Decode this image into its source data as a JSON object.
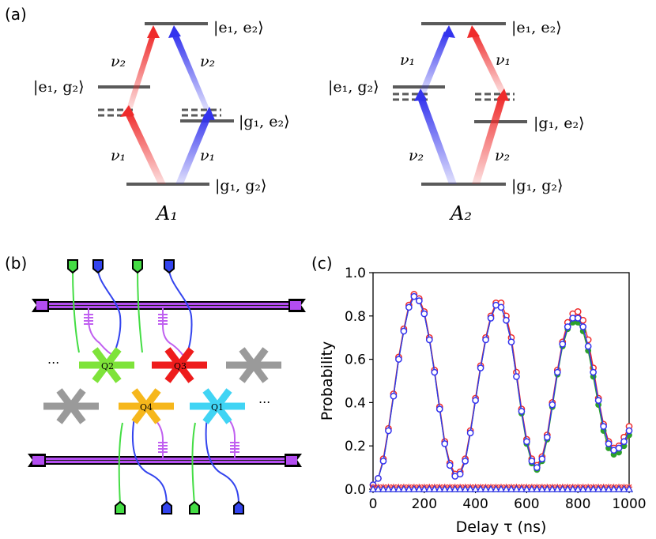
{
  "panel_labels": {
    "a": "(a)",
    "b": "(b)",
    "c": "(c)"
  },
  "energy_diagrams": [
    {
      "title": "A₁",
      "top_label": "|e₁, e₂⟩",
      "left_mid_label": "|e₁, g₂⟩",
      "right_mid_label": "|g₁, e₂⟩",
      "bottom_label": "|g₁, g₂⟩",
      "nu_upper_left": "ν₂",
      "nu_upper_right": "ν₂",
      "nu_lower_left": "ν₁",
      "nu_lower_right": "ν₁"
    },
    {
      "title": "A₂",
      "top_label": "|e₁, e₂⟩",
      "left_mid_label": "|e₁, g₂⟩",
      "right_mid_label": "|g₁, e₂⟩",
      "bottom_label": "|g₁, g₂⟩",
      "nu_upper_left": "ν₁",
      "nu_upper_right": "ν₁",
      "nu_lower_left": "ν₂",
      "nu_lower_right": "ν₂"
    }
  ],
  "chip": {
    "qubits": [
      {
        "label": "Q1",
        "color": "#40d4f4"
      },
      {
        "label": "Q2",
        "color": "#7ee33a"
      },
      {
        "label": "Q3",
        "color": "#ee1c1c"
      },
      {
        "label": "Q4",
        "color": "#f6b71c"
      }
    ],
    "ellipsis": "..."
  },
  "colors": {
    "red": "#ef2b2b",
    "blue": "#3333ee",
    "green": "#2ca02c",
    "level": "#5a5a5a",
    "purple": "#b34df0"
  },
  "chart_data": {
    "type": "line",
    "xlabel": "Delay τ (ns)",
    "ylabel": "Probability",
    "xlim": [
      0,
      1000
    ],
    "ylim": [
      0.0,
      1.0
    ],
    "xticks": [
      "0",
      "200",
      "400",
      "600",
      "800",
      "1000"
    ],
    "yticks": [
      "0.0",
      "0.2",
      "0.4",
      "0.6",
      "0.8",
      "1.0"
    ],
    "x": [
      0,
      20,
      40,
      60,
      80,
      100,
      120,
      140,
      160,
      180,
      200,
      220,
      240,
      260,
      280,
      300,
      320,
      340,
      360,
      380,
      400,
      420,
      440,
      460,
      480,
      500,
      520,
      540,
      560,
      580,
      600,
      620,
      640,
      660,
      680,
      700,
      720,
      740,
      760,
      780,
      800,
      820,
      840,
      860,
      880,
      900,
      920,
      940,
      960,
      980,
      1000
    ],
    "series": [
      {
        "color": "#ef2b2b",
        "marker": "circle-open",
        "values": [
          0.02,
          0.05,
          0.14,
          0.28,
          0.44,
          0.61,
          0.74,
          0.85,
          0.9,
          0.88,
          0.82,
          0.7,
          0.55,
          0.38,
          0.22,
          0.12,
          0.07,
          0.08,
          0.14,
          0.27,
          0.42,
          0.57,
          0.7,
          0.8,
          0.86,
          0.86,
          0.8,
          0.7,
          0.54,
          0.37,
          0.23,
          0.14,
          0.11,
          0.15,
          0.25,
          0.4,
          0.55,
          0.68,
          0.77,
          0.81,
          0.82,
          0.78,
          0.69,
          0.56,
          0.42,
          0.3,
          0.22,
          0.19,
          0.2,
          0.24,
          0.29
        ]
      },
      {
        "color": "#2ca02c",
        "marker": "circle-filled",
        "values": [
          0.02,
          0.05,
          0.13,
          0.27,
          0.43,
          0.6,
          0.73,
          0.84,
          0.89,
          0.87,
          0.81,
          0.69,
          0.54,
          0.37,
          0.21,
          0.11,
          0.06,
          0.07,
          0.13,
          0.26,
          0.41,
          0.56,
          0.69,
          0.79,
          0.85,
          0.84,
          0.78,
          0.68,
          0.52,
          0.35,
          0.21,
          0.12,
          0.09,
          0.13,
          0.23,
          0.38,
          0.53,
          0.66,
          0.74,
          0.77,
          0.77,
          0.73,
          0.64,
          0.52,
          0.39,
          0.27,
          0.19,
          0.16,
          0.17,
          0.2,
          0.25
        ]
      },
      {
        "color": "#3333ee",
        "marker": "circle-open",
        "values": [
          0.02,
          0.05,
          0.13,
          0.27,
          0.43,
          0.6,
          0.73,
          0.84,
          0.89,
          0.87,
          0.81,
          0.69,
          0.54,
          0.37,
          0.21,
          0.11,
          0.06,
          0.07,
          0.13,
          0.26,
          0.41,
          0.56,
          0.69,
          0.79,
          0.85,
          0.84,
          0.78,
          0.68,
          0.52,
          0.36,
          0.22,
          0.13,
          0.1,
          0.14,
          0.24,
          0.39,
          0.54,
          0.67,
          0.75,
          0.79,
          0.79,
          0.75,
          0.66,
          0.54,
          0.41,
          0.29,
          0.21,
          0.18,
          0.19,
          0.22,
          0.27
        ]
      },
      {
        "color": "#ef2b2b",
        "marker": "star",
        "values": [
          0.01,
          0.01,
          0.01,
          0.01,
          0.01,
          0.01,
          0.01,
          0.01,
          0.01,
          0.01,
          0.01,
          0.01,
          0.01,
          0.01,
          0.01,
          0.01,
          0.01,
          0.01,
          0.01,
          0.01,
          0.01,
          0.01,
          0.01,
          0.01,
          0.01,
          0.01,
          0.01,
          0.01,
          0.01,
          0.01,
          0.01,
          0.01,
          0.01,
          0.01,
          0.01,
          0.01,
          0.01,
          0.01,
          0.01,
          0.01,
          0.01,
          0.01,
          0.01,
          0.01,
          0.01,
          0.01,
          0.01,
          0.01,
          0.01,
          0.01,
          0.01
        ]
      },
      {
        "color": "#2ca02c",
        "marker": "triangle",
        "values": [
          0.0,
          0.0,
          0.0,
          0.0,
          0.0,
          0.0,
          0.0,
          0.0,
          0.0,
          0.0,
          0.0,
          0.0,
          0.0,
          0.0,
          0.0,
          0.0,
          0.0,
          0.0,
          0.0,
          0.0,
          0.0,
          0.0,
          0.0,
          0.0,
          0.0,
          0.0,
          0.0,
          0.0,
          0.0,
          0.0,
          0.0,
          0.0,
          0.0,
          0.0,
          0.0,
          0.0,
          0.0,
          0.0,
          0.0,
          0.0,
          0.0,
          0.0,
          0.0,
          0.0,
          0.0,
          0.0,
          0.0,
          0.0,
          0.0,
          0.0,
          0.0
        ]
      },
      {
        "color": "#3333ee",
        "marker": "triangle",
        "values": [
          0.0,
          0.0,
          0.0,
          0.0,
          0.0,
          0.0,
          0.0,
          0.0,
          0.0,
          0.0,
          0.0,
          0.0,
          0.0,
          0.0,
          0.0,
          0.0,
          0.0,
          0.0,
          0.0,
          0.0,
          0.0,
          0.0,
          0.0,
          0.0,
          0.0,
          0.0,
          0.0,
          0.0,
          0.0,
          0.0,
          0.0,
          0.0,
          0.0,
          0.0,
          0.0,
          0.0,
          0.0,
          0.0,
          0.0,
          0.0,
          0.0,
          0.0,
          0.0,
          0.0,
          0.0,
          0.0,
          0.0,
          0.0,
          0.0,
          0.0,
          0.0
        ]
      }
    ]
  }
}
